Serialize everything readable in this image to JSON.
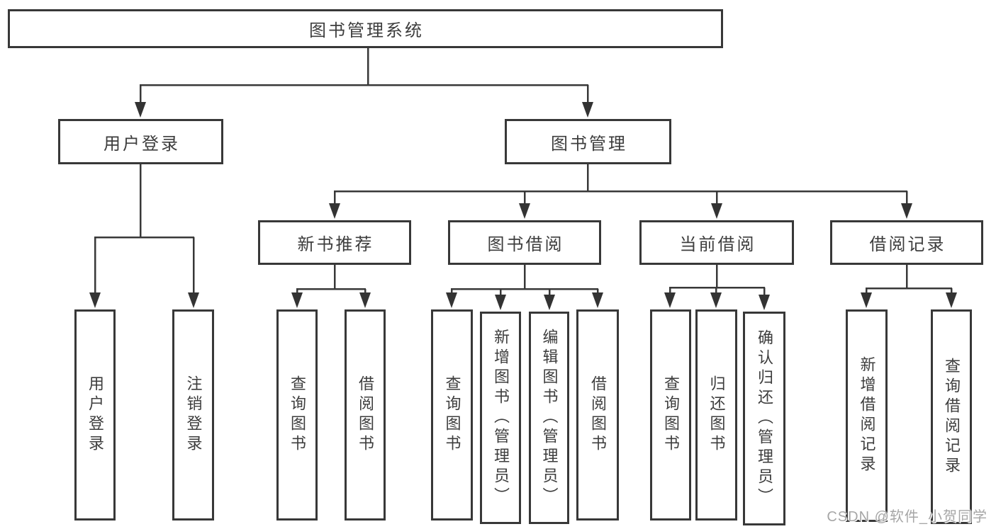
{
  "tree": {
    "root": "图书管理系统",
    "level2": [
      {
        "label": "用户登录",
        "parent": "图书管理系统"
      },
      {
        "label": "图书管理",
        "parent": "图书管理系统"
      }
    ],
    "level3": [
      {
        "label": "新书推荐",
        "parent": "图书管理"
      },
      {
        "label": "图书借阅",
        "parent": "图书管理"
      },
      {
        "label": "当前借阅",
        "parent": "图书管理"
      },
      {
        "label": "借阅记录",
        "parent": "图书管理"
      }
    ],
    "leaves": [
      {
        "label": "用户登录",
        "parent": "用户登录"
      },
      {
        "label": "注销登录",
        "parent": "用户登录"
      },
      {
        "label": "查询图书",
        "parent": "新书推荐"
      },
      {
        "label": "借阅图书",
        "parent": "新书推荐"
      },
      {
        "label": "查询图书",
        "parent": "图书借阅"
      },
      {
        "label": "新增图书（管理员）",
        "parent": "图书借阅"
      },
      {
        "label": "编辑图书（管理员）",
        "parent": "图书借阅"
      },
      {
        "label": "借阅图书",
        "parent": "图书借阅"
      },
      {
        "label": "查询图书",
        "parent": "当前借阅"
      },
      {
        "label": "归还图书",
        "parent": "当前借阅"
      },
      {
        "label": "确认归还（管理员）",
        "parent": "当前借阅"
      },
      {
        "label": "新增借阅记录",
        "parent": "借阅记录"
      },
      {
        "label": "查询借阅记录",
        "parent": "借阅记录"
      }
    ],
    "watermark": "CSDN @软件_小贺同学",
    "colors": {
      "line": "#383838",
      "text": "#3d3d3d",
      "background": "#ffffff",
      "watermark": "#a6a6a6"
    }
  }
}
